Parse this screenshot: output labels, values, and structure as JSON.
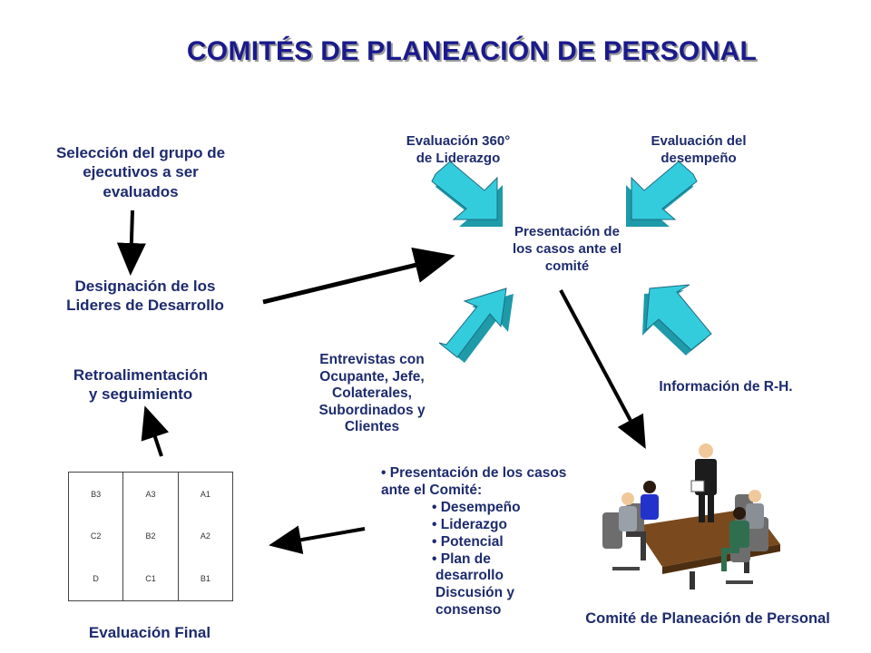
{
  "title": "COMITÉS DE PLANEACIÓN DE PERSONAL",
  "nodes": {
    "seleccion": [
      "Selección del grupo de",
      "ejecutivos a ser",
      "evaluados"
    ],
    "designacion": [
      "Designación de los",
      "Lideres de Desarrollo"
    ],
    "retro": [
      "Retroalimentación",
      "y seguimiento"
    ],
    "eval_final": "Evaluación Final",
    "eval360": [
      "Evaluación 360°",
      "de Liderazgo"
    ],
    "eval_desempeno": [
      "Evaluación del",
      "desempeño"
    ],
    "presentacion": [
      "Presentación de",
      "los casos ante el",
      "comité"
    ],
    "entrevistas": [
      "Entrevistas con",
      "Ocupante, Jefe,",
      "Colaterales,",
      "Subordinados y",
      "Clientes"
    ],
    "info_rh": "Información de R-H.",
    "comite": "Comité de Planeación de Personal"
  },
  "grid": {
    "rows": [
      [
        "B3",
        "A3",
        "A1"
      ],
      [
        "C2",
        "B2",
        "A2"
      ],
      [
        "D",
        "C1",
        "B1"
      ]
    ]
  },
  "bullets": {
    "lead": "• Presentación de los casos ante el Comité:",
    "items": [
      "• Desempeño",
      "• Liderazgo",
      "• Potencial",
      "• Plan de"
    ],
    "tail": [
      "desarrollo",
      "Discusión y",
      "consenso"
    ]
  },
  "colors": {
    "title": "#1a1a8c",
    "arrow_fill": "#33ccdd",
    "arrow_side": "#1e9aa8",
    "table": "#7a4a1e"
  }
}
